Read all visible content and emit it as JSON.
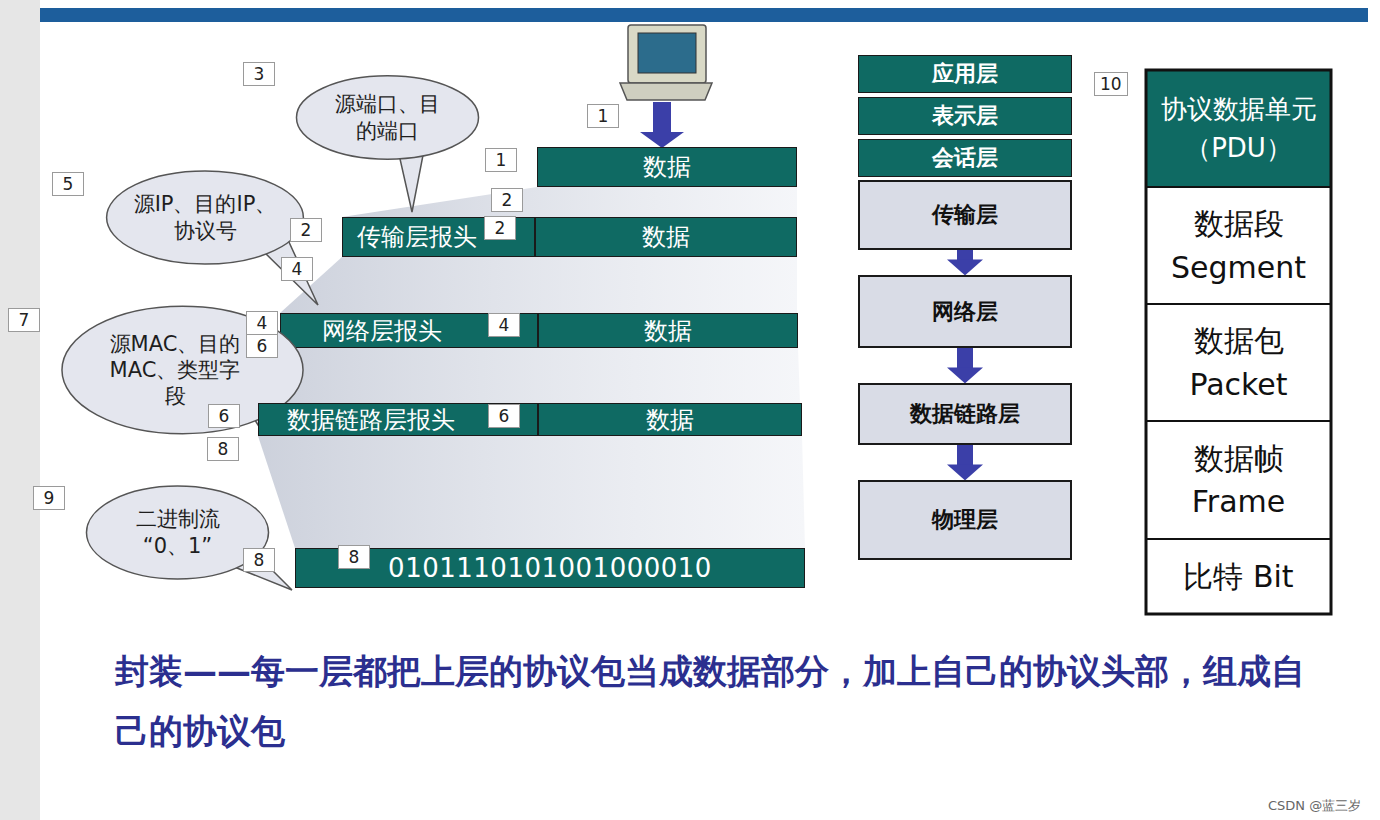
{
  "diagram": {
    "caption": "封装——每一层都把上层的协议包当成数据部分，加上自己的协议头部，组成自己的协议包",
    "nodes": [
      {
        "text": [
          "源端口、目的端口"
        ]
      },
      {
        "text": [
          "数据"
        ]
      },
      {
        "text": [
          "源IP、目的IP、协议号"
        ]
      },
      {
        "text": [
          "传输层报头"
        ]
      },
      {
        "text": [
          "数据"
        ]
      },
      {
        "text": [
          "网络层报头"
        ]
      },
      {
        "text": [
          "数据"
        ]
      },
      {
        "text": [
          "源MAC、目的MAC、类型字段"
        ]
      },
      {
        "text": [
          "数据链路层报头"
        ]
      },
      {
        "text": [
          "数据"
        ]
      },
      {
        "text": [
          "二进制流 “0、1”"
        ]
      },
      {
        "text": [
          "0101110101001000010"
        ]
      },
      {
        "text": [
          "应用层"
        ]
      },
      {
        "text": [
          "表示层"
        ]
      },
      {
        "text": [
          "会话层"
        ]
      },
      {
        "text": [
          "传输层"
        ]
      },
      {
        "text": [
          "网络层"
        ]
      },
      {
        "text": [
          "数据链路层"
        ]
      },
      {
        "text": [
          "物理层"
        ]
      }
    ],
    "edges": [
      {
        "from": 15,
        "to": 16,
        "arrow": "to"
      },
      {
        "from": 16,
        "to": 17,
        "arrow": "to"
      },
      {
        "from": 17,
        "to": 18,
        "arrow": "to"
      }
    ],
    "labels": [
      "3",
      "1",
      "1",
      "5",
      "2",
      "2",
      "2",
      "4",
      "4",
      "4",
      "7",
      "6",
      "6",
      "6",
      "8",
      "9",
      "8",
      "8",
      "10",
      "协议数据单元（PDU）",
      "数据段 Segment",
      "数据包 Packet",
      "数据帧 Frame",
      "比特 Bit",
      "CSDN @蓝三岁"
    ]
  }
}
